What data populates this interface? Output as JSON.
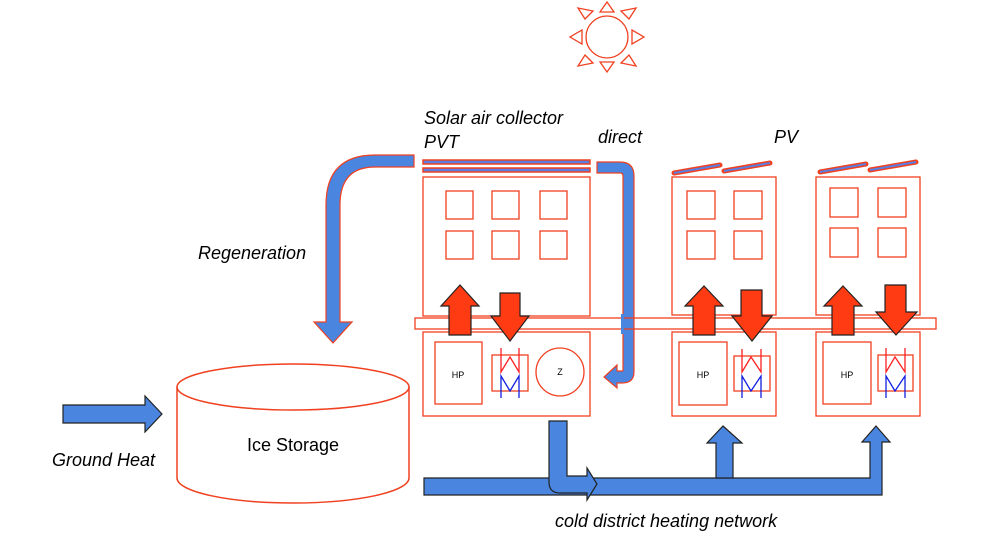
{
  "diagram": {
    "labels": {
      "solar_air_collector": "Solar air collector",
      "pvt": "PVT",
      "direct": "direct",
      "pv": "PV",
      "regeneration": "Regeneration",
      "ground_heat": "Ground Heat",
      "ice_storage": "Ice Storage",
      "cold_district_heating_network": "cold district heating network"
    },
    "buildings": [
      {
        "id": "building-1",
        "heat_pump_label": "HP",
        "storage_label": "Z",
        "roof": "PVT"
      },
      {
        "id": "building-2",
        "heat_pump_label": "HP",
        "roof": "PV"
      },
      {
        "id": "building-3",
        "heat_pump_label": "HP",
        "roof": "PV"
      }
    ],
    "colors": {
      "outline": "#f04020",
      "cold_flow": "#4a86e0",
      "heat_flow": "#ff3b14",
      "exchanger_hot": "#ff2020",
      "exchanger_cold": "#1020e0"
    }
  }
}
